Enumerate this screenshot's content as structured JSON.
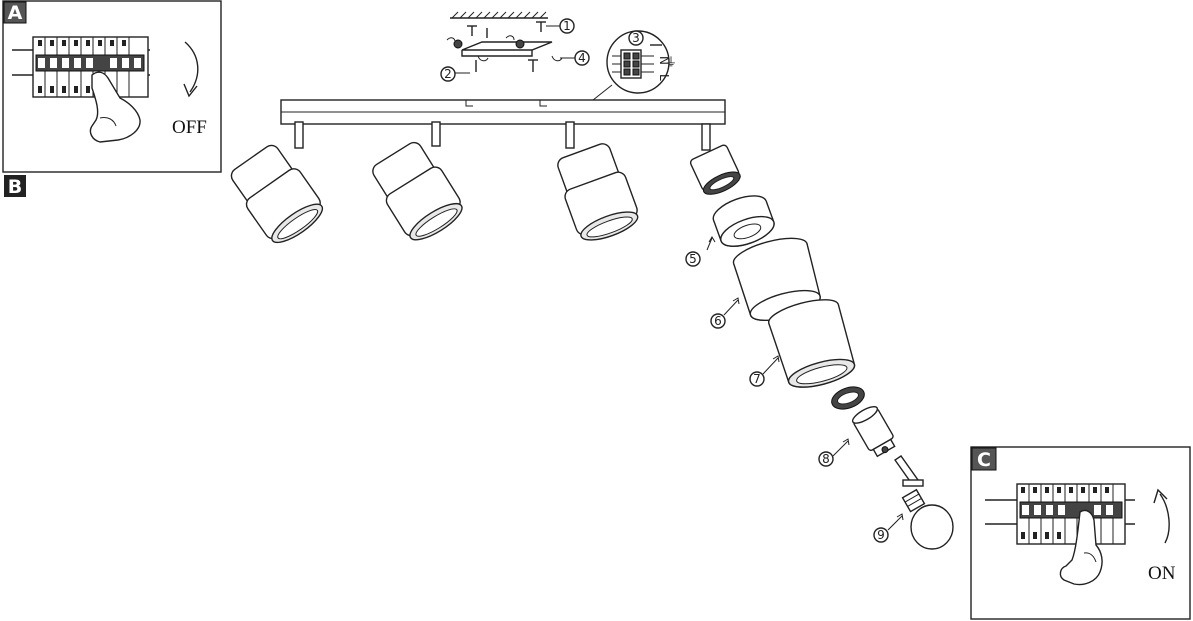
{
  "panels": {
    "a": {
      "letter": "A",
      "state_text": "OFF"
    },
    "b": {
      "letter": "B"
    },
    "c": {
      "letter": "C",
      "state_text": "ON"
    }
  },
  "wiring_labels": {
    "top": "N",
    "middle": "⏚",
    "bottom": "L"
  },
  "steps": [
    "1",
    "2",
    "3",
    "4",
    "5",
    "6",
    "7",
    "8",
    "9"
  ]
}
